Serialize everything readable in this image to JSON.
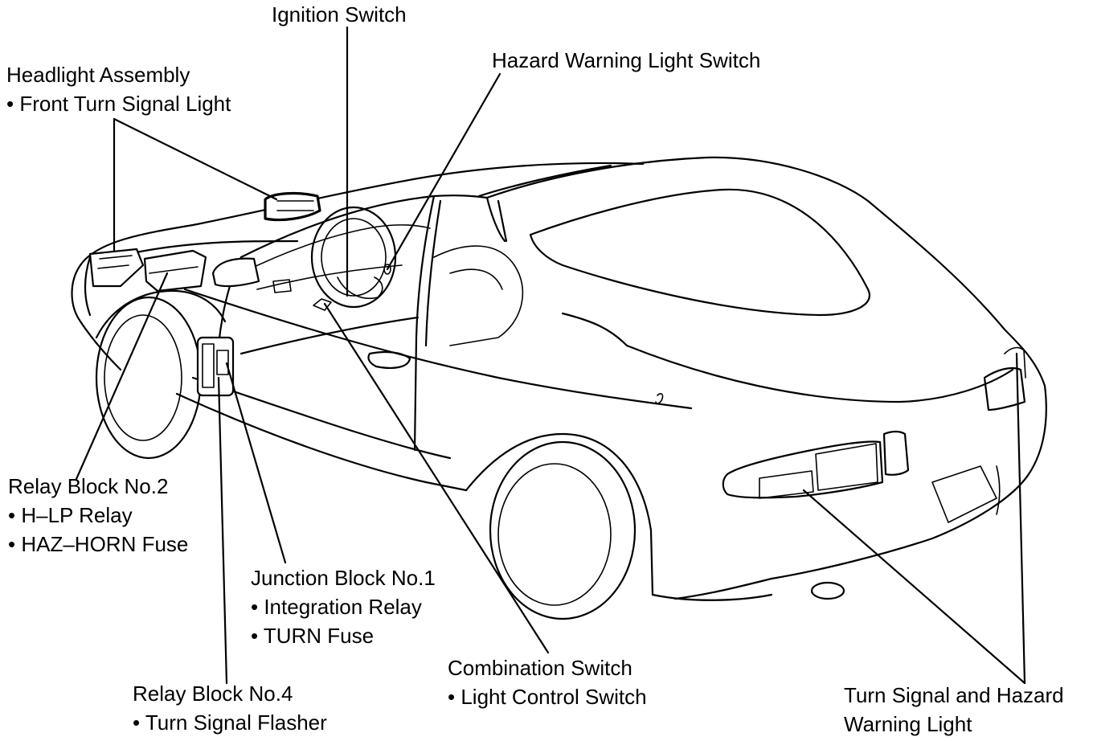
{
  "labels": {
    "ignition_switch": "Ignition Switch",
    "hazard_switch": "Hazard Warning Light Switch",
    "headlight": {
      "title": "Headlight Assembly",
      "items": [
        "• Front Turn Signal Light"
      ]
    },
    "relay_block_2": {
      "title": "Relay Block No.2",
      "items": [
        "• H–LP Relay",
        "• HAZ–HORN Fuse"
      ]
    },
    "junction_block_1": {
      "title": "Junction Block No.1",
      "items": [
        "• Integration Relay",
        "• TURN Fuse"
      ]
    },
    "relay_block_4": {
      "title": "Relay Block No.4",
      "items": [
        "• Turn Signal Flasher"
      ]
    },
    "combination_switch": {
      "title": "Combination Switch",
      "items": [
        "• Light Control Switch"
      ]
    },
    "turn_signal_light": {
      "lines": [
        "Turn Signal and Hazard",
        "Warning Light"
      ]
    }
  },
  "colors": {
    "ink": "#000000",
    "paper": "#ffffff"
  }
}
